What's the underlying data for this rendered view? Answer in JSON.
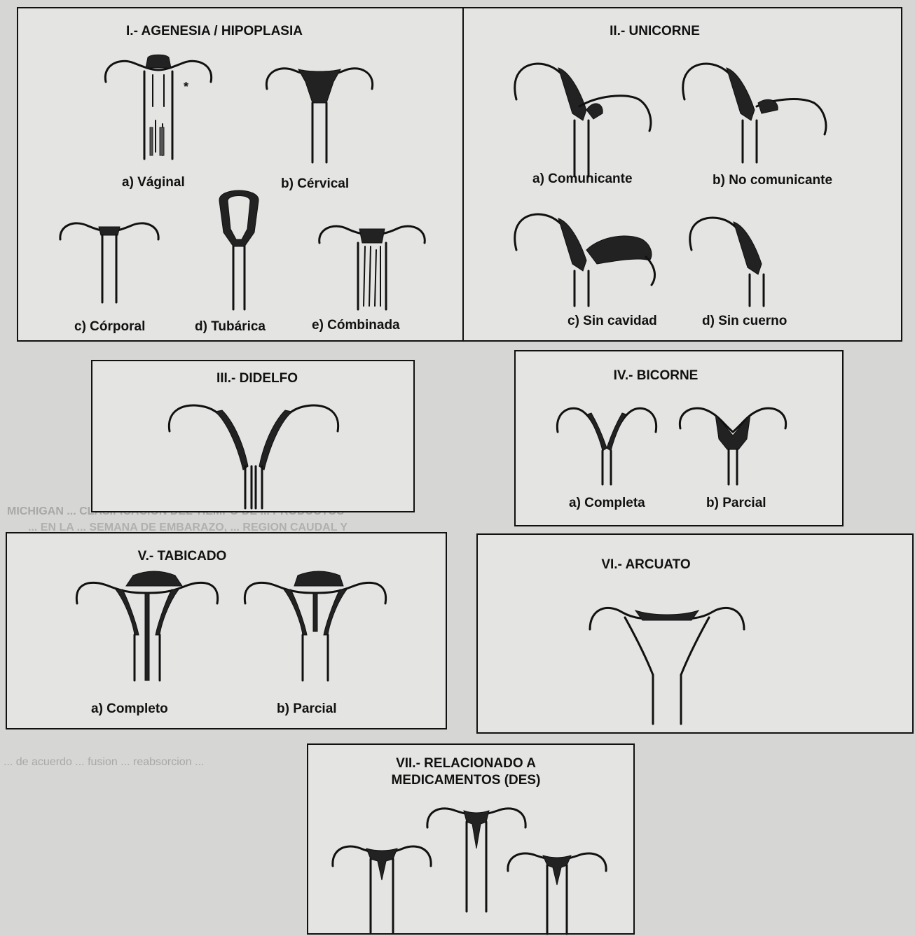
{
  "background_text": [
    "MICHIGAN ... CLASIFICACION DEL TIEMPO DE ... PRODUCTOS",
    "... EN LA ... SEMANA DE EMBARAZO, ... REGION CAUDAL Y",
    "... de acuerdo ... fusion ... reabsorcion ..."
  ],
  "panels": {
    "p1": {
      "title": "I.- AGENESIA / HIPOPLASIA",
      "labels": [
        "a) Váginal",
        "b) Cérvical",
        "c) Córporal",
        "d) Tubárica",
        "e) Cómbinada"
      ],
      "asterisk": "*"
    },
    "p2": {
      "title": "II.- UNICORNE",
      "labels": [
        "a)  Comunicante",
        "b)  No comunicante",
        "c) Sin cavidad",
        "d) Sin cuerno"
      ]
    },
    "p3": {
      "title": "III.- DIDELFO"
    },
    "p4": {
      "title": "IV.- BICORNE",
      "labels": [
        "a) Completa",
        "b) Parcial"
      ]
    },
    "p5": {
      "title": "V.- TABICADO",
      "labels": [
        "a) Completo",
        "b) Parcial"
      ]
    },
    "p6": {
      "title": "VI.- ARCUATO"
    },
    "p7": {
      "title_line1": "VII.- RELACIONADO  A",
      "title_line2": "MEDICAMENTOS (DES)"
    }
  }
}
